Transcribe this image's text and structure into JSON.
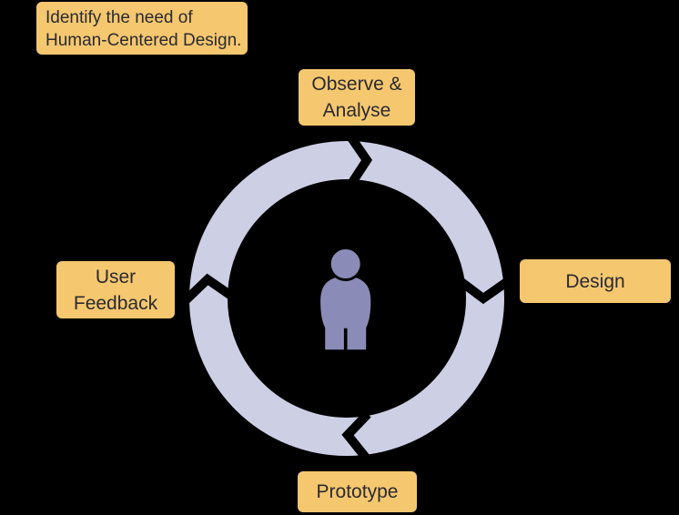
{
  "diagram": {
    "note": {
      "line1": "Identify the need of",
      "line2": "Human-Centered Design."
    },
    "stages": [
      {
        "id": "observe-analyse",
        "position": "top",
        "lines": [
          "Observe &",
          "Analyse"
        ]
      },
      {
        "id": "design",
        "position": "right",
        "lines": [
          "Design"
        ]
      },
      {
        "id": "prototype",
        "position": "bottom",
        "lines": [
          "Prototype"
        ]
      },
      {
        "id": "user-feedback",
        "position": "left",
        "lines": [
          "User",
          "Feedback"
        ]
      }
    ],
    "center_icon": "person-icon",
    "flow_direction": "clockwise",
    "colors": {
      "background": "#000000",
      "label_box": "#F5C76F",
      "label_text": "#2B2A30",
      "ring": "#CDCFE5",
      "person": "#8A8CB7",
      "chevron": "#000000"
    }
  }
}
